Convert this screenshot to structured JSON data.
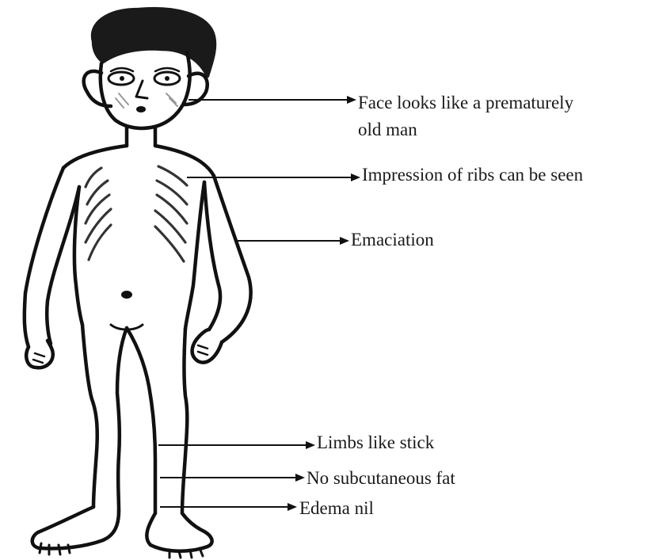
{
  "labels": {
    "face_line1": "Face looks like a prematurely",
    "face_line2": "old man",
    "ribs": "Impression of ribs can be seen",
    "emaciation": "Emaciation",
    "limbs": "Limbs like stick",
    "fat": "No subcutaneous fat",
    "edema": "Edema nil"
  }
}
